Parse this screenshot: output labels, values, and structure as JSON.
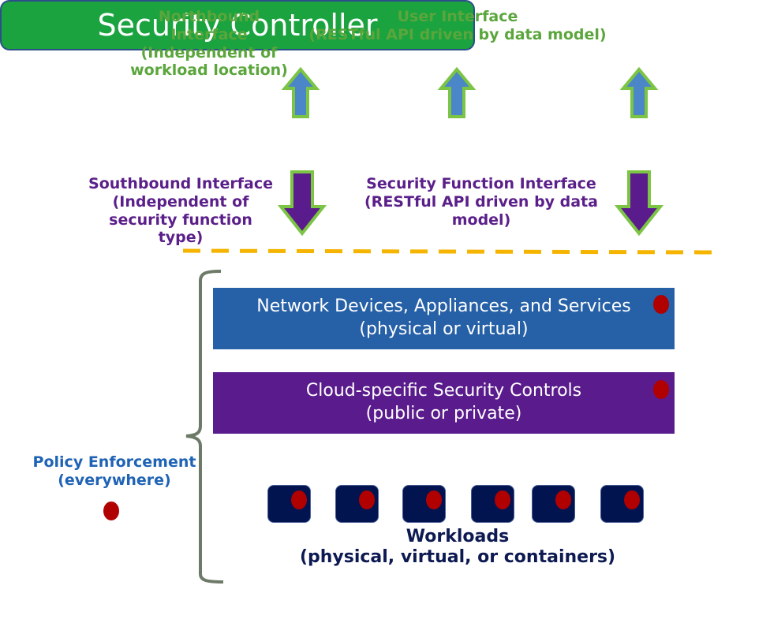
{
  "colors": {
    "controller_fill": "#1aa33f",
    "up_arrow_fill": "#4a86c8",
    "down_arrow_fill": "#5a1c8c",
    "arrow_outline": "#7cc544",
    "dashed_line": "#f5b400",
    "network_band": "#2660a7",
    "cloud_band": "#5a1c8c",
    "workload_fill": "#021450",
    "enforcement_dot": "#b00000",
    "bracket": "#6e7a68"
  },
  "northbound": {
    "lines": [
      "Northbound",
      "Interface",
      "(Independent of",
      "workload location)"
    ]
  },
  "user_interface": {
    "lines": [
      "User Interface",
      "(RESTful API driven by data model)"
    ]
  },
  "controller": {
    "label": "Security Controller"
  },
  "southbound": {
    "lines": [
      "Southbound Interface",
      "(Independent of",
      "security function",
      "type)"
    ]
  },
  "security_function_interface": {
    "lines": [
      "Security Function Interface",
      "(RESTful API driven by data",
      "model)"
    ]
  },
  "network_band": {
    "lines": [
      "Network Devices, Appliances, and Services",
      "(physical or virtual)"
    ]
  },
  "cloud_band": {
    "lines": [
      "Cloud-specific Security Controls",
      "(public or private)"
    ]
  },
  "policy_enforcement": {
    "lines": [
      "Policy Enforcement",
      "(everywhere)"
    ]
  },
  "workloads": {
    "count": 6,
    "lines": [
      "Workloads",
      "(physical, virtual, or containers)"
    ]
  }
}
